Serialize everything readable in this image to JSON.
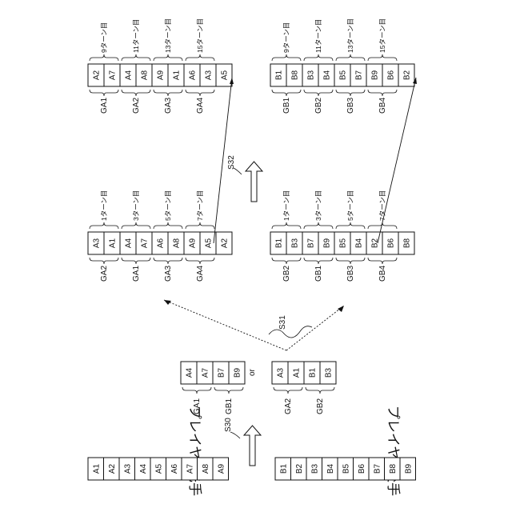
{
  "players": {
    "a": {
      "title": "プレイヤA先手",
      "cards": [
        "A1",
        "A2",
        "A3",
        "A4",
        "A5",
        "A6",
        "A7",
        "A8",
        "A9"
      ]
    },
    "b": {
      "title": "プレイヤB後手",
      "cards": [
        "B1",
        "B2",
        "B3",
        "B4",
        "B5",
        "B6",
        "B7",
        "B8",
        "B9"
      ]
    }
  },
  "steps": {
    "s30": "S30",
    "s31": "S31",
    "s32": "S32"
  },
  "initial": {
    "upper": {
      "cards": [
        "A4",
        "A7",
        "B7",
        "B9"
      ],
      "groups": [
        "GA1",
        "GB1"
      ]
    },
    "or": "or",
    "lower": {
      "cards": [
        "A3",
        "A1",
        "B1",
        "B3"
      ],
      "groups": [
        "GA2",
        "GB2"
      ]
    }
  },
  "middle_a": {
    "cards": [
      "A3",
      "A1",
      "A4",
      "A7",
      "A6",
      "A8",
      "A9",
      "A5",
      "A2"
    ],
    "groups": [
      "GA2",
      "GA1",
      "GA3",
      "GA4"
    ],
    "turns": [
      "1ターン目",
      "3ターン目",
      "5ターン目",
      "7ターン目"
    ]
  },
  "middle_b": {
    "cards": [
      "B1",
      "B3",
      "B7",
      "B9",
      "B5",
      "B4",
      "B2",
      "B6",
      "B8"
    ],
    "groups": [
      "GB2",
      "GB1",
      "GB3",
      "GB4"
    ],
    "turns": [
      "1ターン目",
      "3ターン目",
      "5ターン目",
      "7ターン目"
    ]
  },
  "final_a": {
    "cards": [
      "A2",
      "A7",
      "A4",
      "A8",
      "A9",
      "A1",
      "A6",
      "A3",
      "A5"
    ],
    "groups": [
      "GA1",
      "GA2",
      "GA3",
      "GA4"
    ],
    "turns": [
      "9ターン目",
      "11ターン目",
      "13ターン目",
      "15ターン目"
    ]
  },
  "final_b": {
    "cards": [
      "B1",
      "B8",
      "B3",
      "B4",
      "B5",
      "B7",
      "B9",
      "B6",
      "B2"
    ],
    "groups": [
      "GB1",
      "GB2",
      "GB3",
      "GB4"
    ],
    "turns": [
      "9ターン目",
      "11ターン目",
      "13ターン目",
      "15ターン目"
    ]
  }
}
